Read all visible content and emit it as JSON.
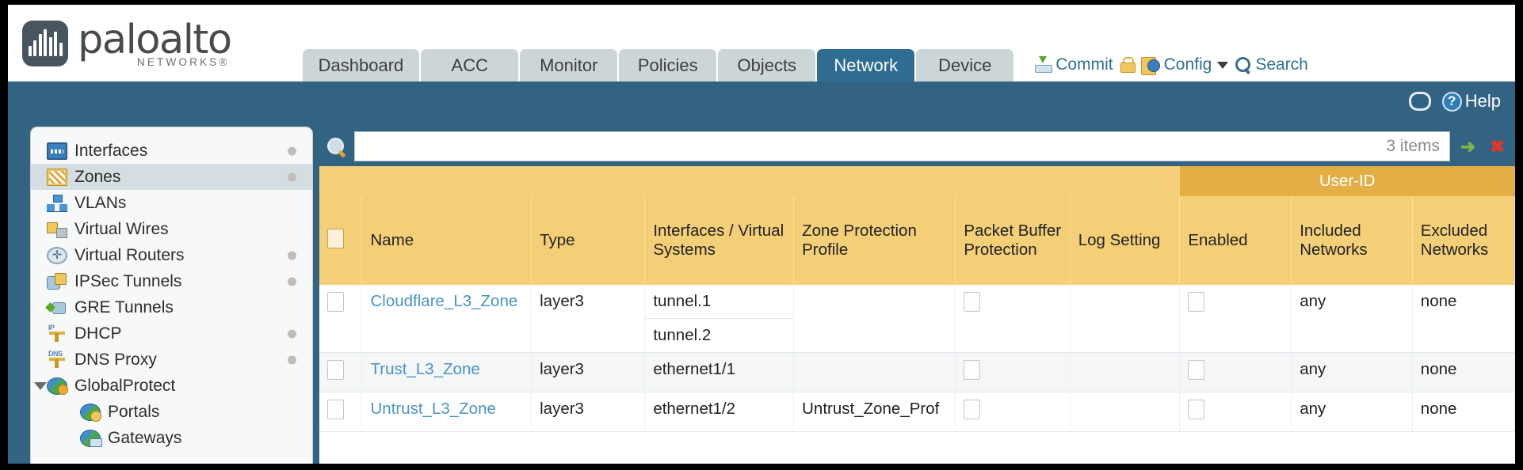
{
  "brand": {
    "name": "paloalto",
    "sub": "NETWORKS®"
  },
  "nav": {
    "tabs": [
      {
        "label": "Dashboard",
        "active": false
      },
      {
        "label": "ACC",
        "active": false
      },
      {
        "label": "Monitor",
        "active": false
      },
      {
        "label": "Policies",
        "active": false
      },
      {
        "label": "Objects",
        "active": false
      },
      {
        "label": "Network",
        "active": true
      },
      {
        "label": "Device",
        "active": false
      }
    ]
  },
  "utilities": {
    "commit": "Commit",
    "config": "Config",
    "search": "Search"
  },
  "toolbar": {
    "refresh_title": "Refresh",
    "help": "Help"
  },
  "search": {
    "value": "",
    "items_count": "3 items",
    "go_glyph": "➜",
    "clear_glyph": "✖"
  },
  "sidebar": {
    "items": [
      {
        "label": "Interfaces",
        "icon": "interfaces-icon",
        "selected": false,
        "dot": true,
        "child": false,
        "expander": false
      },
      {
        "label": "Zones",
        "icon": "zones-icon",
        "selected": true,
        "dot": true,
        "child": false,
        "expander": false
      },
      {
        "label": "VLANs",
        "icon": "vlans-icon",
        "selected": false,
        "dot": false,
        "child": false,
        "expander": false
      },
      {
        "label": "Virtual Wires",
        "icon": "virtual-wires-icon",
        "selected": false,
        "dot": false,
        "child": false,
        "expander": false
      },
      {
        "label": "Virtual Routers",
        "icon": "virtual-routers-icon",
        "selected": false,
        "dot": true,
        "child": false,
        "expander": false
      },
      {
        "label": "IPSec Tunnels",
        "icon": "ipsec-tunnels-icon",
        "selected": false,
        "dot": true,
        "child": false,
        "expander": false
      },
      {
        "label": "GRE Tunnels",
        "icon": "gre-tunnels-icon",
        "selected": false,
        "dot": false,
        "child": false,
        "expander": false
      },
      {
        "label": "DHCP",
        "icon": "dhcp-icon",
        "selected": false,
        "dot": true,
        "child": false,
        "expander": false
      },
      {
        "label": "DNS Proxy",
        "icon": "dns-proxy-icon",
        "selected": false,
        "dot": true,
        "child": false,
        "expander": false
      },
      {
        "label": "GlobalProtect",
        "icon": "globalprotect-icon",
        "selected": false,
        "dot": false,
        "child": false,
        "expander": true
      },
      {
        "label": "Portals",
        "icon": "portals-icon",
        "selected": false,
        "dot": false,
        "child": true,
        "expander": false
      },
      {
        "label": "Gateways",
        "icon": "gateways-icon",
        "selected": false,
        "dot": false,
        "child": true,
        "expander": false
      }
    ]
  },
  "table": {
    "group_header": "User-ID",
    "columns": [
      "Name",
      "Type",
      "Interfaces / Virtual Systems",
      "Zone Protection Profile",
      "Packet Buffer Protection",
      "Log Setting",
      "Enabled",
      "Included Networks",
      "Excluded Networks"
    ],
    "rows": [
      {
        "name": "Cloudflare_L3_Zone",
        "type": "layer3",
        "interfaces": [
          "tunnel.1",
          "tunnel.2"
        ],
        "zone_protection_profile": "",
        "packet_buffer_protection": false,
        "log_setting": "",
        "userid_enabled": false,
        "included_networks": "any",
        "excluded_networks": "none"
      },
      {
        "name": "Trust_L3_Zone",
        "type": "layer3",
        "interfaces": [
          "ethernet1/1"
        ],
        "zone_protection_profile": "",
        "packet_buffer_protection": false,
        "log_setting": "",
        "userid_enabled": false,
        "included_networks": "any",
        "excluded_networks": "none"
      },
      {
        "name": "Untrust_L3_Zone",
        "type": "layer3",
        "interfaces": [
          "ethernet1/2"
        ],
        "zone_protection_profile": "Untrust_Zone_Prof",
        "packet_buffer_protection": false,
        "log_setting": "",
        "userid_enabled": false,
        "included_networks": "any",
        "excluded_networks": "none"
      }
    ]
  },
  "colors": {
    "header_blue": "#336383",
    "tab_active": "#2e6c91",
    "tab_idle": "#ccd6d9",
    "table_header": "#f4cf77",
    "group_header": "#e3af44",
    "link": "#4a93c4"
  }
}
